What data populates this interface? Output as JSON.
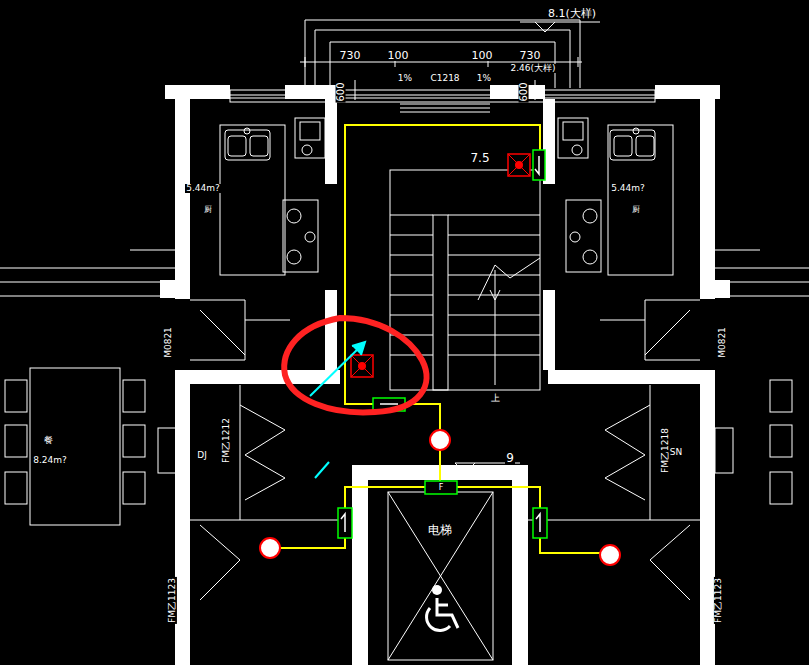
{
  "diagram": {
    "labels": [
      "8.1(大样)",
      "730",
      "100",
      "100",
      "730",
      "1%",
      "C1218",
      "1%",
      "2.46(大样)",
      "600",
      "600",
      "7.5",
      "5.44m?",
      "厨",
      "5.44m?",
      "厨",
      "M0821",
      "M0821",
      "餐",
      "8.24m?",
      "DJ",
      "FM乙1212",
      "上",
      "9",
      "F",
      "FM乙1218",
      "SN",
      "电梯",
      "FM乙1123",
      "FM乙1123"
    ]
  }
}
